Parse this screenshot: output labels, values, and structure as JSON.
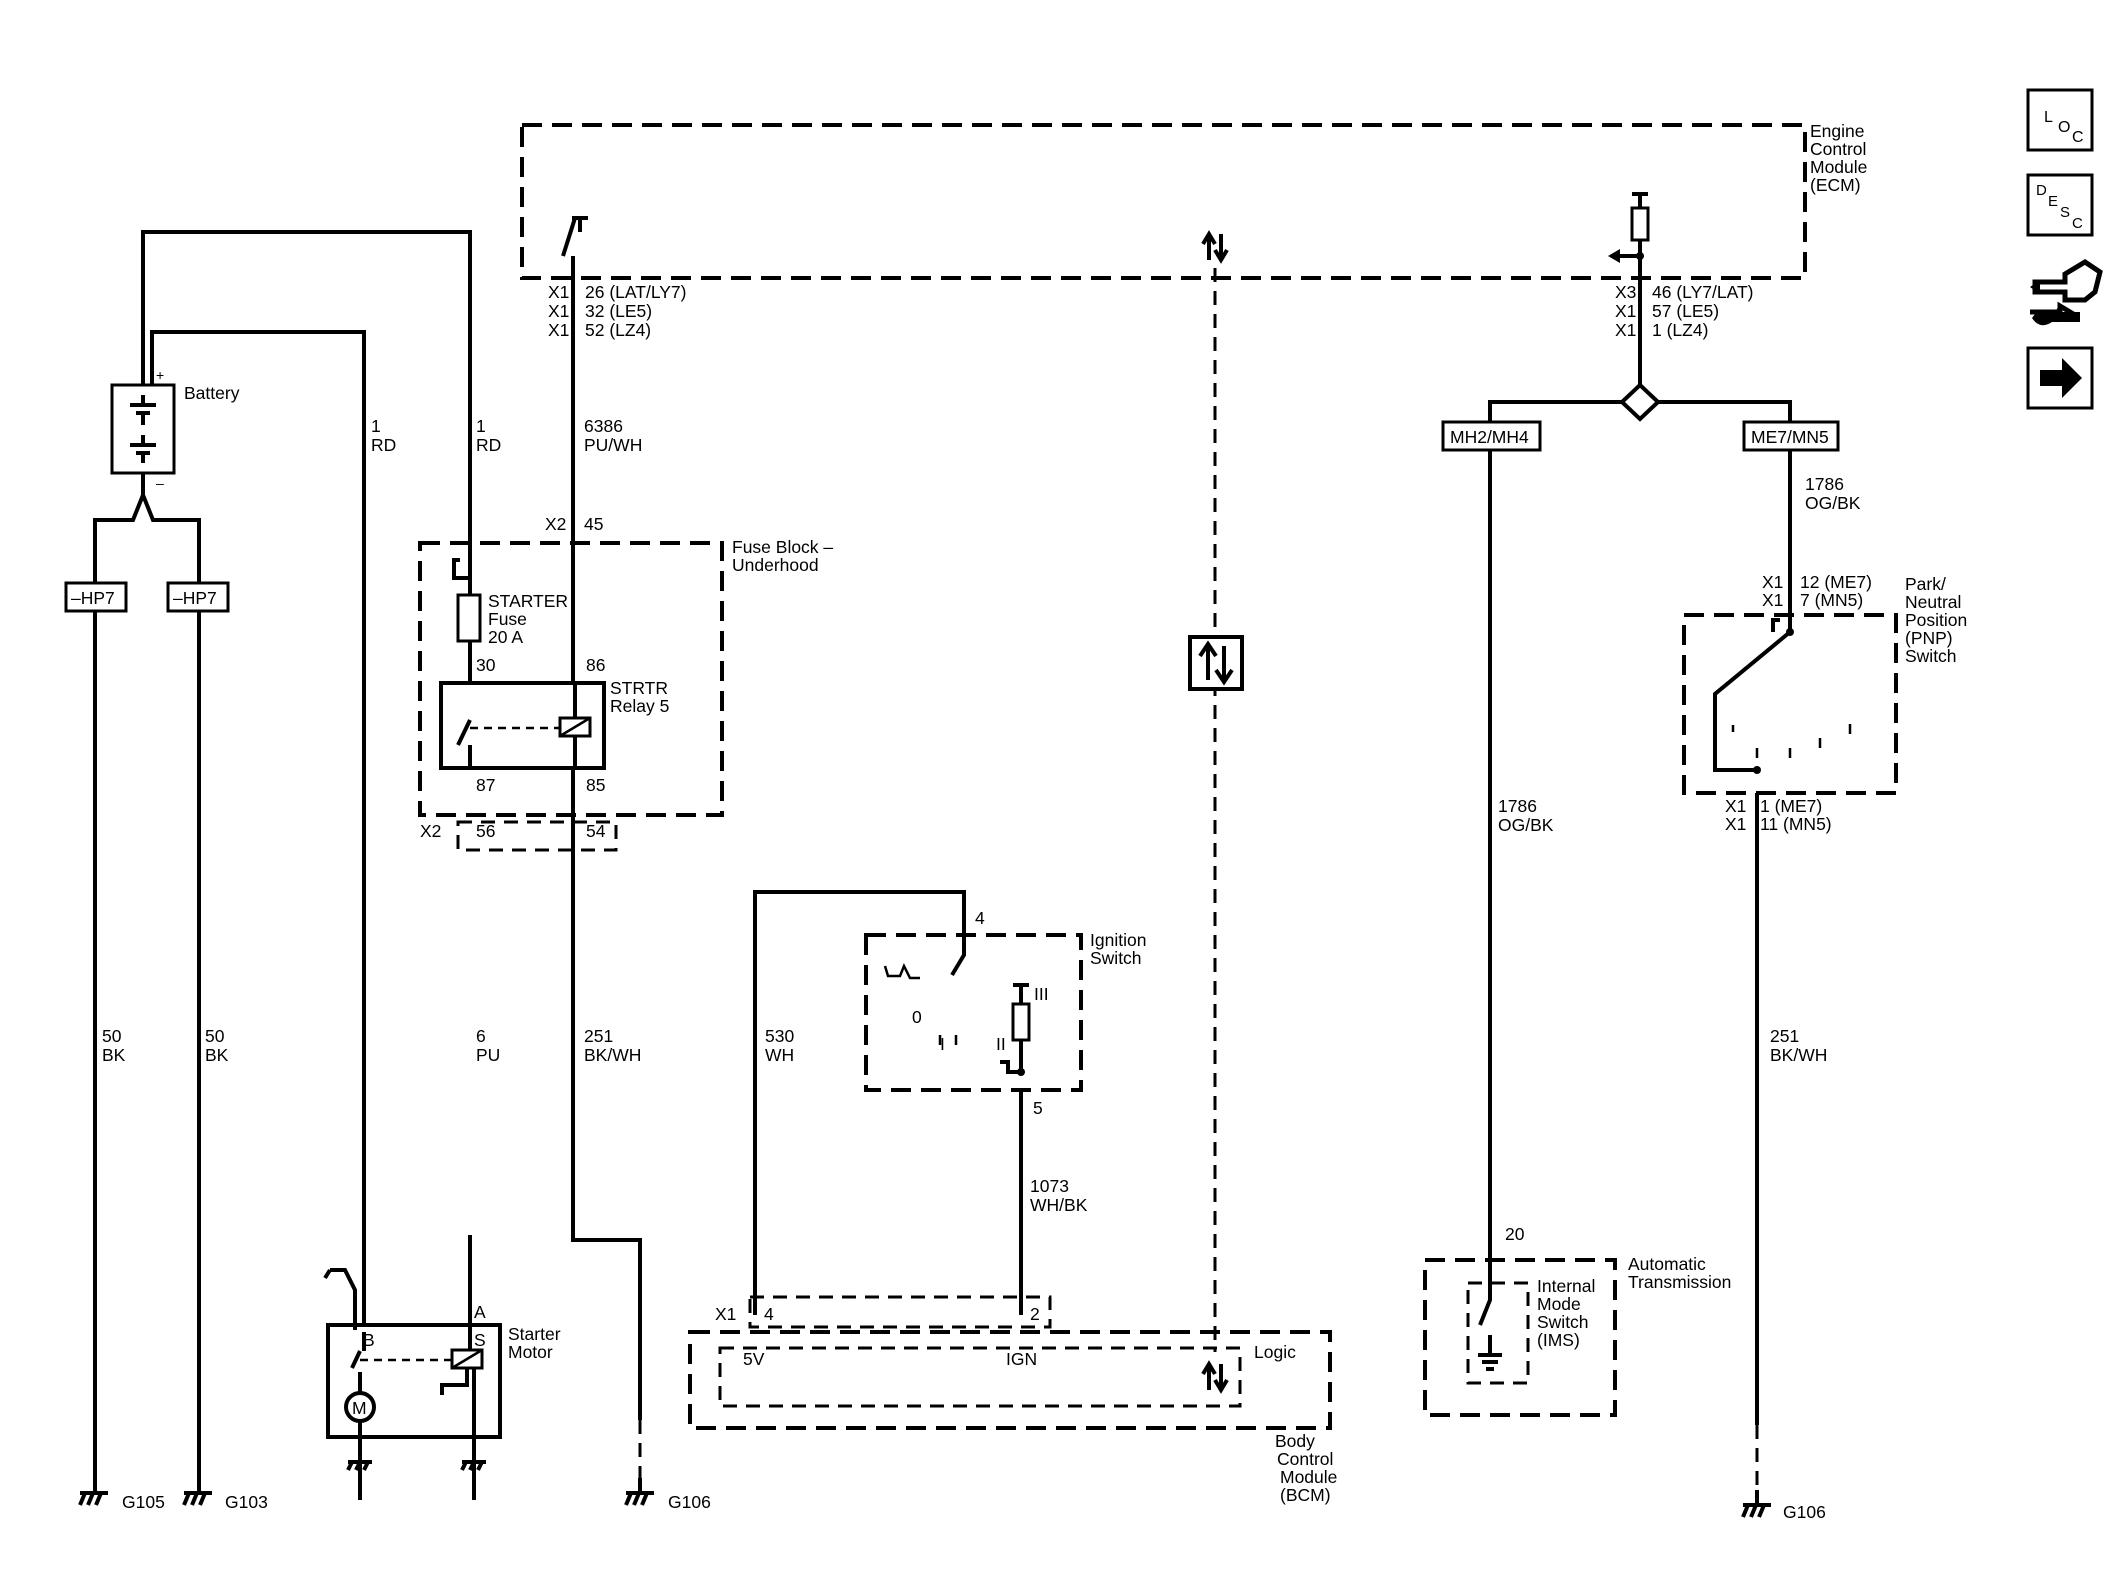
{
  "modules": {
    "ecm": [
      "Engine",
      "Control",
      "Module",
      "(ECM)"
    ],
    "bcm": [
      "Body",
      "Control",
      "Module",
      "(BCM)"
    ],
    "fuse_block": [
      "Fuse Block –",
      "Underhood"
    ],
    "ignition_switch": [
      "Ignition",
      "Switch"
    ],
    "automatic_transmission": [
      "Automatic",
      "Transmission"
    ],
    "ims": [
      "Internal",
      "Mode",
      "Switch",
      "(IMS)"
    ],
    "pnp": [
      "Park/",
      "Neutral",
      "Position",
      "(PNP)",
      "Switch"
    ],
    "battery": "Battery",
    "starter_motor": [
      "Starter",
      "Motor"
    ],
    "motor_symbol": "M",
    "logic": "Logic"
  },
  "fuse": {
    "lines": [
      "STARTER",
      "Fuse",
      "20 A"
    ]
  },
  "relay": {
    "lines": [
      "STRTR",
      "Relay 5"
    ],
    "pin_30": "30",
    "pin_86": "86",
    "pin_87": "87",
    "pin_85": "85"
  },
  "ecm_connectors": {
    "left": [
      {
        "conn": "X1",
        "pin": "26 (LAT/LY7)"
      },
      {
        "conn": "X1",
        "pin": "32 (LE5)"
      },
      {
        "conn": "X1",
        "pin": "52 (LZ4)"
      }
    ],
    "right": [
      {
        "conn": "X3",
        "pin": "46 (LY7/LAT)"
      },
      {
        "conn": "X1",
        "pin": "57 (LE5)"
      },
      {
        "conn": "X1",
        "pin": "1 (LZ4)"
      }
    ]
  },
  "option_boxes": {
    "left": "MH2/MH4",
    "right": "ME7/MN5"
  },
  "fusible_links": [
    "–HP7",
    "–HP7"
  ],
  "wires": {
    "w1": [
      "1",
      "RD"
    ],
    "w2": [
      "1",
      "RD"
    ],
    "w6386": [
      "6386",
      "PU/WH"
    ],
    "w50a": [
      "50",
      "BK"
    ],
    "w50b": [
      "50",
      "BK"
    ],
    "w6": [
      "6",
      "PU"
    ],
    "w251a": [
      "251",
      "BK/WH"
    ],
    "w530": [
      "530",
      "WH"
    ],
    "w1073": [
      "1073",
      "WH/BK"
    ],
    "w1786a": [
      "1786",
      "OG/BK"
    ],
    "w1786b": [
      "1786",
      "OG/BK"
    ],
    "w251b": [
      "251",
      "BK/WH"
    ]
  },
  "connectors": {
    "x2_45": {
      "conn": "X2",
      "pin": "45"
    },
    "x2_bottom": {
      "conn": "X2",
      "pins": [
        "56",
        "54"
      ]
    },
    "pnp_top": [
      {
        "conn": "X1",
        "pin": "12 (ME7)"
      },
      {
        "conn": "X1",
        "pin": "7 (MN5)"
      }
    ],
    "pnp_bottom": [
      {
        "conn": "X1",
        "pin": "1 (ME7)"
      },
      {
        "conn": "X1",
        "pin": "11 (MN5)"
      }
    ],
    "bcm_x1": {
      "conn": "X1",
      "pins": [
        "4",
        "2"
      ]
    },
    "ign_pin_4": "4",
    "ign_pin_5": "5",
    "ims_pin": "20"
  },
  "ignition_positions": [
    "0",
    "I",
    "II",
    "III"
  ],
  "bcm_pins": [
    "5V",
    "IGN"
  ],
  "starter_pins": [
    "B",
    "S",
    "A"
  ],
  "battery_terminals": [
    "+",
    "–"
  ],
  "grounds": [
    "G105",
    "G103",
    "G106",
    "G106"
  ],
  "nav_buttons": [
    {
      "label": "LOC",
      "icon": "loc-icon"
    },
    {
      "label": "DESC",
      "icon": "desc-icon"
    },
    {
      "label": "",
      "icon": "connector-wrench-icon"
    },
    {
      "label": "",
      "icon": "next-arrow-icon"
    }
  ]
}
